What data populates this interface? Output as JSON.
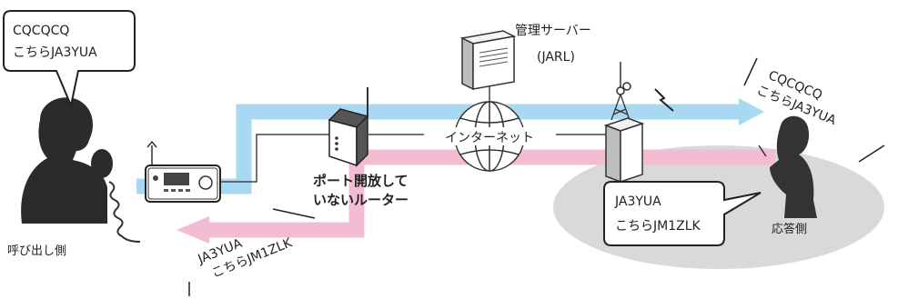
{
  "caller": {
    "speech_lines": [
      "CQCQCQ",
      "こちらJA3YUA"
    ],
    "label": "呼び出し側"
  },
  "router": {
    "caption_lines": [
      "ポート開放して",
      "いないルーター"
    ]
  },
  "server": {
    "label": "管理サーバー",
    "sublabel": "(JARL)"
  },
  "network": {
    "label": "インターネット"
  },
  "outgoing_message": {
    "lines": [
      "CQCQCQ",
      "こちらJA3YUA"
    ]
  },
  "responder": {
    "speech_lines": [
      "JA3YUA",
      "こちらJM1ZLK"
    ],
    "label": "応答側"
  },
  "return_message": {
    "lines": [
      "JA3YUA",
      "こちらJM1ZLK"
    ]
  },
  "colors": {
    "blue_path": "#a9d9f2",
    "pink_path": "#f4bcd3",
    "silhouette": "#2b2b2b",
    "ellipse": "#d9d9d9"
  }
}
